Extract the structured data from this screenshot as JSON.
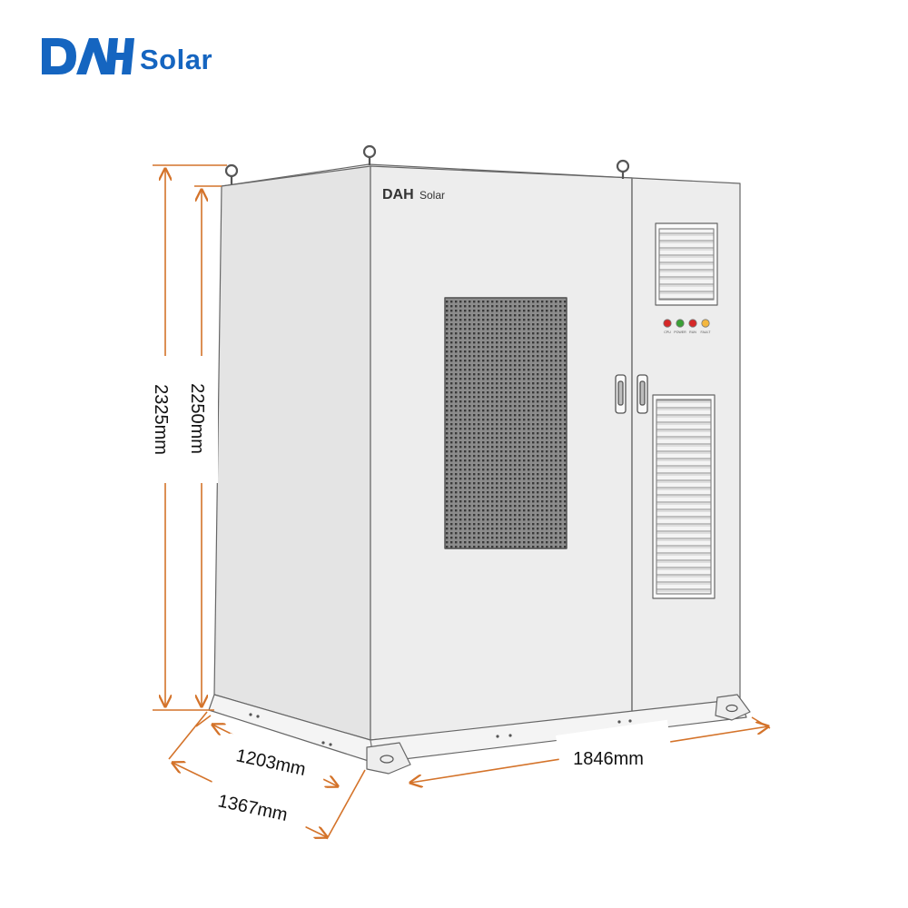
{
  "brand": {
    "logo_mark": "DAH",
    "logo_word": "Solar",
    "colors": {
      "primary_blue": "#1565c0",
      "dimension_orange": "#d4732a",
      "cabinet_fill": "#eeeeee",
      "cabinet_side": "#e4e4e4",
      "outline": "#666666"
    }
  },
  "cabinet": {
    "front_logo_mark": "DAH",
    "front_logo_word": "Solar",
    "indicator_lights": [
      {
        "label": "CPU",
        "color": "#d62828"
      },
      {
        "label": "POWER",
        "color": "#3aa035"
      },
      {
        "label": "RUN",
        "color": "#d62828"
      },
      {
        "label": "FAULT",
        "color": "#f4b73e"
      }
    ]
  },
  "dimensions": {
    "overall_height": "2325mm",
    "body_height": "2250mm",
    "body_depth": "1203mm",
    "overall_depth": "1367mm",
    "width": "1846mm"
  }
}
